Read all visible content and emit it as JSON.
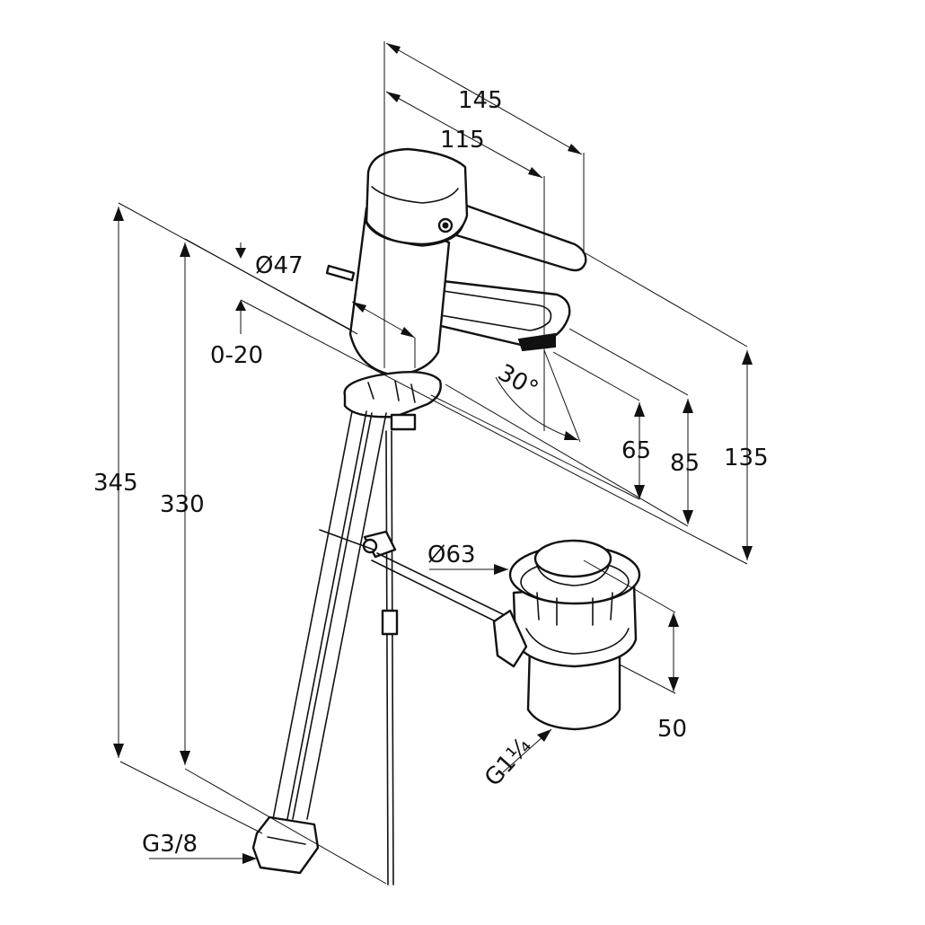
{
  "drawing": {
    "dimensions": {
      "total_depth": "145",
      "spout_projection": "115",
      "body_diameter": "Ø47",
      "deck_thickness": "0-20",
      "spout_angle": "30°",
      "spout_height": "65",
      "outlet_height": "85",
      "overall_height": "135",
      "hose_length_total": "345",
      "hose_length": "330",
      "waste_diameter": "Ø63",
      "waste_height": "50",
      "waste_thread": "G1¼",
      "supply_thread": "G3/8"
    }
  }
}
